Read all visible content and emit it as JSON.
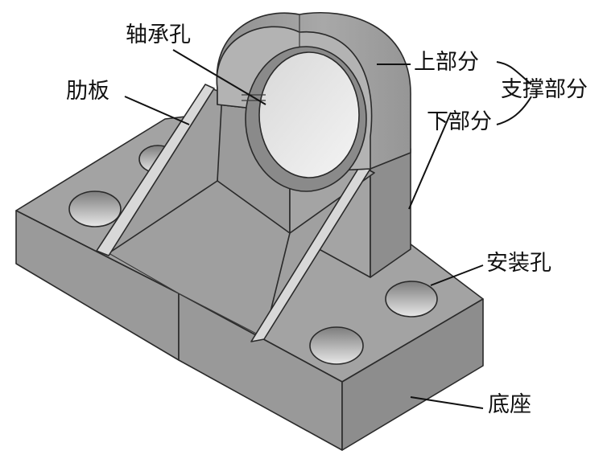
{
  "labels": {
    "bearing_hole": "轴承孔",
    "rib": "肋板",
    "upper_part": "上部分",
    "support_part": "支撑部分",
    "lower_part": "下部分",
    "mount_hole": "安装孔",
    "base": "底座"
  },
  "colors": {
    "top_face": "#a9a9a9",
    "front_face": "#9c9c9c",
    "side_face": "#8f8f8f",
    "rib_light": "#d6d6d6",
    "hole_inner": "#e9e9e9",
    "edge": "#2a2a2a"
  }
}
